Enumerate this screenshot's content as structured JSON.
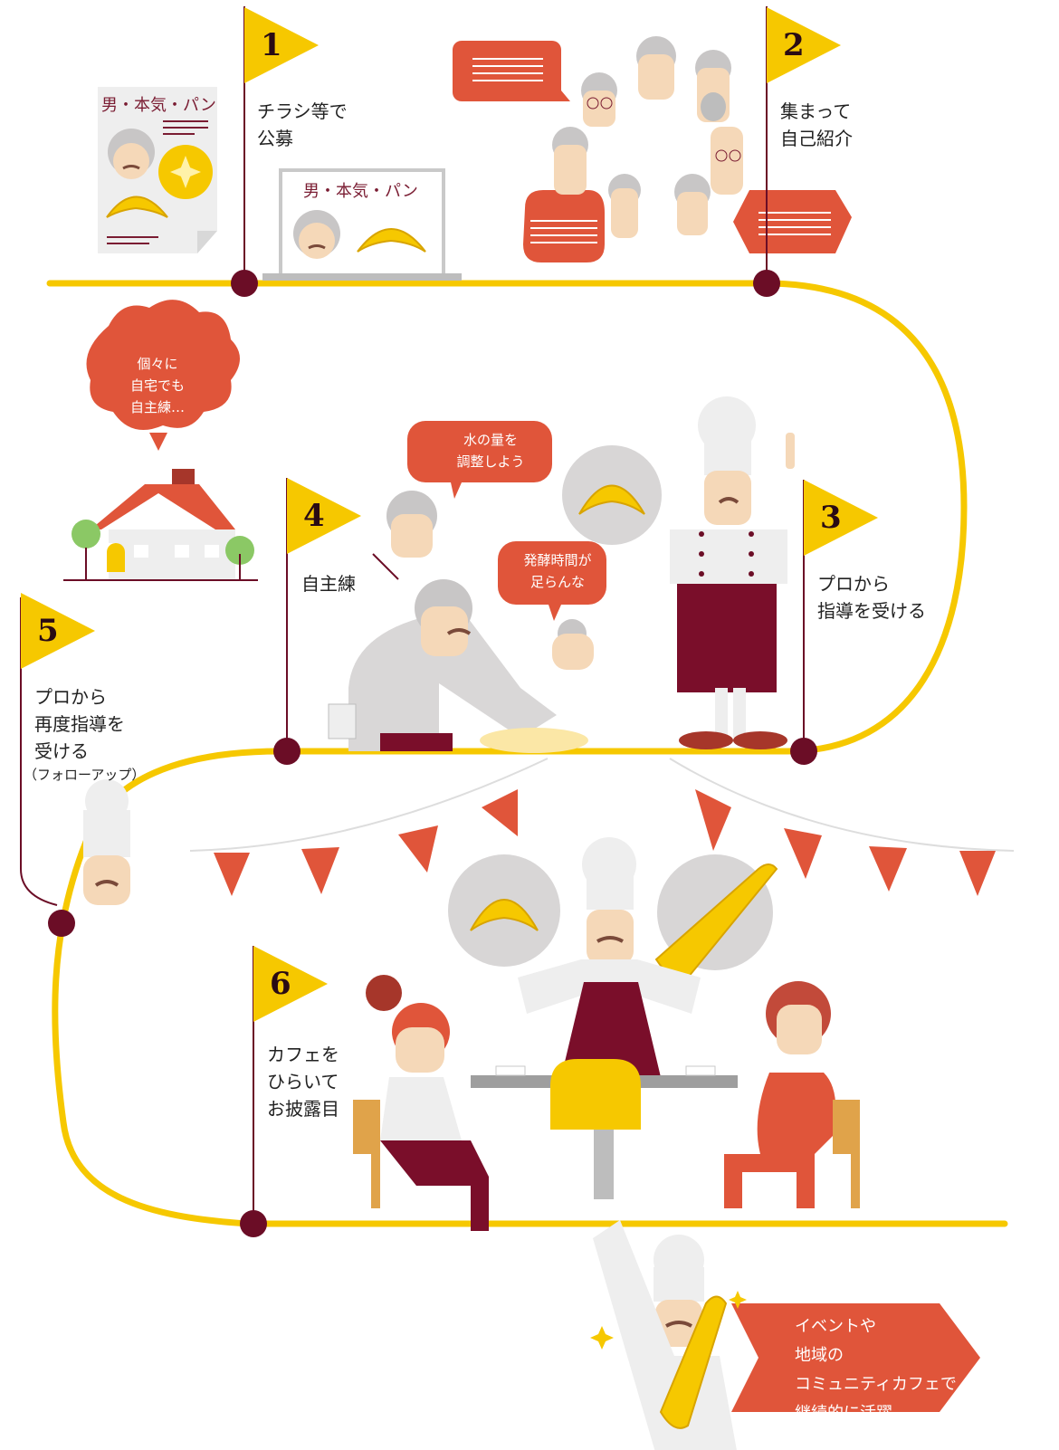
{
  "side_title": "　",
  "steps": [
    {
      "num": "1",
      "label": "チラシ等で\n公募"
    },
    {
      "num": "2",
      "label": "集まって\n自己紹介"
    },
    {
      "num": "3",
      "label": "プロから\n指導を受ける"
    },
    {
      "num": "4",
      "label": "自主練"
    },
    {
      "num": "5",
      "label": "プロから\n再度指導を\n受ける",
      "sub": "（フォローアップ）"
    },
    {
      "num": "6",
      "label": "カフェを\nひらいて\nお披露目"
    }
  ],
  "flyer_title": "男・本気・パン",
  "laptop_title": "男・本気・パン",
  "bubbles": {
    "home": "個々に\n自宅でも\n自主練…",
    "water": "水の量を\n調整しよう",
    "ferment": "発酵時間が\n足らんな",
    "final": "イベントや\n地域の\nコミュニティカフェで\n継続的に活躍"
  },
  "colors": {
    "track": "#f6c800",
    "flag": "#f6c800",
    "accent": "#e0553a",
    "wine": "#7a0e2a",
    "dot": "#6b0d26"
  }
}
